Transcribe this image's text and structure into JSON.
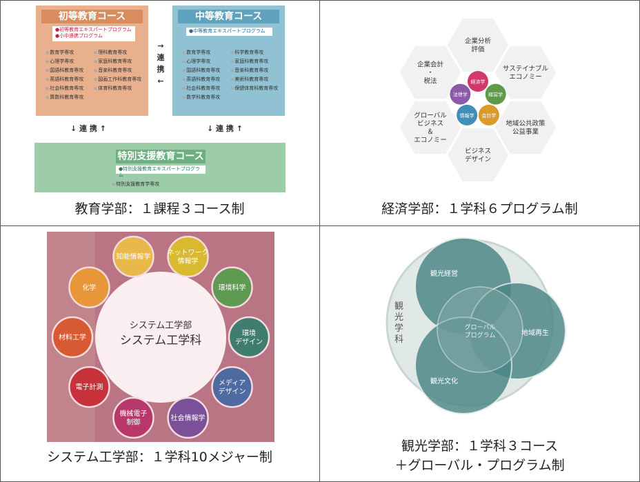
{
  "captions": {
    "education": "教育学部：１課程３コース制",
    "economics": "経済学部：１学科６プログラム制",
    "systems": "システム工学部：１学科10メジャー制",
    "tourism_line1": "観光学部：１学科３コース",
    "tourism_line2": "＋グローバル・プログラム制"
  },
  "education": {
    "primary": {
      "title": "初等教育コース",
      "programs": [
        "●初等教育エキスパートプログラム",
        "●小中連携プログラム"
      ],
      "majors_left": [
        "数育学専攻",
        "心理学専攻",
        "国語科教育専攻",
        "英語科教育専攻",
        "社会科教育専攻",
        "算数科教育専攻"
      ],
      "majors_right": [
        "理科教育専攻",
        "家庭科教育専攻",
        "音楽科教育専攻",
        "図画工作科教育専攻",
        "体育科教育専攻"
      ]
    },
    "secondary": {
      "title": "中等教育コース",
      "programs": [
        "●中等教育エキスパートプログラム"
      ],
      "majors_left": [
        "数育学専攻",
        "心理学専攻",
        "国語科教育専攻",
        "英語科教育専攻",
        "社会科教育専攻",
        "数学科教育専攻"
      ],
      "majors_right": [
        "科学教育専攻",
        "家庭科教育専攻",
        "音楽科教育専攻",
        "美術科教育専攻",
        "保健体育科教育専攻"
      ]
    },
    "special": {
      "title": "特別支援教育コース",
      "programs": [
        "●特別支援教育エキスパートプログラム"
      ],
      "majors": [
        "特別支援教育学専攻"
      ]
    },
    "link_horizontal": [
      "→",
      "連",
      "携",
      "←"
    ],
    "link_vertical": "↓ 連 携 ↑",
    "colors": {
      "primary": "#e4a57d",
      "secondary": "#7eb7cc",
      "special": "#8cc49a"
    }
  },
  "economics": {
    "hexes": [
      "企業分析\n評価",
      "サステイナブル\nエコノミー",
      "地域公共政策\n公益事業",
      "ビジネス\nデザイン",
      "グローバル\nビジネス\n＆\nエコノミー",
      "企業会計\n・\n税法"
    ],
    "inner": [
      {
        "label": "経済学",
        "color": "#d2386a"
      },
      {
        "label": "経営学",
        "color": "#5e9a4a"
      },
      {
        "label": "会計学",
        "color": "#d99b2a"
      },
      {
        "label": "情報学",
        "color": "#3f8fb8"
      },
      {
        "label": "法律学",
        "color": "#8c5aa8"
      }
    ]
  },
  "systems": {
    "center_line1": "システム工学部",
    "center_line2": "システム工学科",
    "majors": [
      {
        "label": "知能情報学",
        "color": "#e8b84a"
      },
      {
        "label": "ネットワーク\n情報学",
        "color": "#d8b930"
      },
      {
        "label": "環境科学",
        "color": "#5e9a52"
      },
      {
        "label": "環境\nデザイン",
        "color": "#3f7e6e"
      },
      {
        "label": "メディア\nデザイン",
        "color": "#4f6aa0"
      },
      {
        "label": "社会情報学",
        "color": "#7a5098"
      },
      {
        "label": "機械電子\n制御",
        "color": "#b8386a"
      },
      {
        "label": "電子計測",
        "color": "#c8323a"
      },
      {
        "label": "材料工学",
        "color": "#d85a32"
      },
      {
        "label": "化学",
        "color": "#e8963a"
      }
    ],
    "background": "#b8707e"
  },
  "tourism": {
    "department": "観光学科",
    "circles": [
      "観光経営",
      "地域再生",
      "観光文化"
    ],
    "center": "グローバル\nプログラム",
    "colors": {
      "outer": "#dfe8e6",
      "circle": "#4a8585"
    }
  }
}
